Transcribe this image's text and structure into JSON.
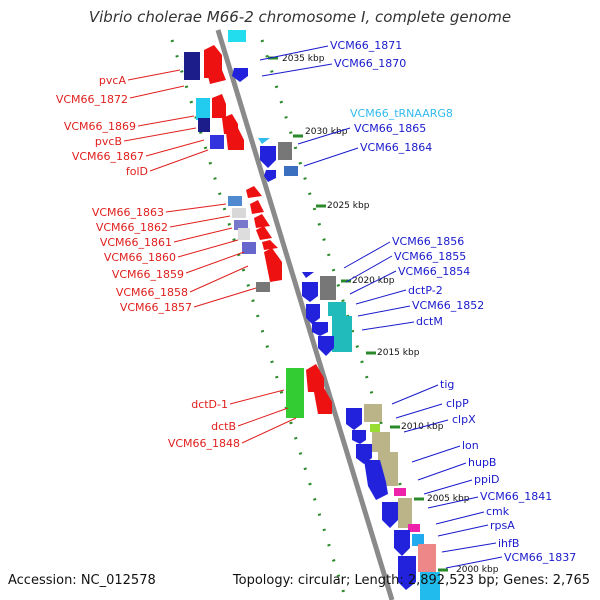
{
  "title": "Vibrio cholerae M66-2 chromosome I, complete genome",
  "accession": "Accession: NC_012578",
  "topology": "Topology: circular; Length: 2,892,523 bp; Genes: 2,765",
  "kbp_ticks": [
    "2035 kbp",
    "2030 kbp",
    "2025 kbp",
    "2020 kbp",
    "2015 kbp",
    "2010 kbp",
    "2005 kbp",
    "2000 kbp"
  ],
  "left_labels": [
    "pvcA",
    "VCM66_1872",
    "VCM66_1869",
    "pvcB",
    "VCM66_1867",
    "folD",
    "VCM66_1863",
    "VCM66_1862",
    "VCM66_1861",
    "VCM66_1860",
    "VCM66_1859",
    "VCM66_1858",
    "VCM66_1857",
    "dctD-1",
    "dctB",
    "VCM66_1848"
  ],
  "right_labels": [
    "VCM66_1871",
    "VCM66_1870",
    "VCM66_tRNAARG8",
    "VCM66_1865",
    "VCM66_1864",
    "VCM66_1856",
    "VCM66_1855",
    "VCM66_1854",
    "dctP-2",
    "VCM66_1852",
    "dctM",
    "tig",
    "clpP",
    "clpX",
    "lon",
    "hupB",
    "ppiD",
    "VCM66_1841",
    "cmk",
    "rpsA",
    "ihfB",
    "VCM66_1837"
  ],
  "colors": {
    "left_label": "#e0201e",
    "right_label": "#1a1acc",
    "trna_label": "#33bbee",
    "axis": "#888888",
    "dots": "#2a8a2a"
  }
}
